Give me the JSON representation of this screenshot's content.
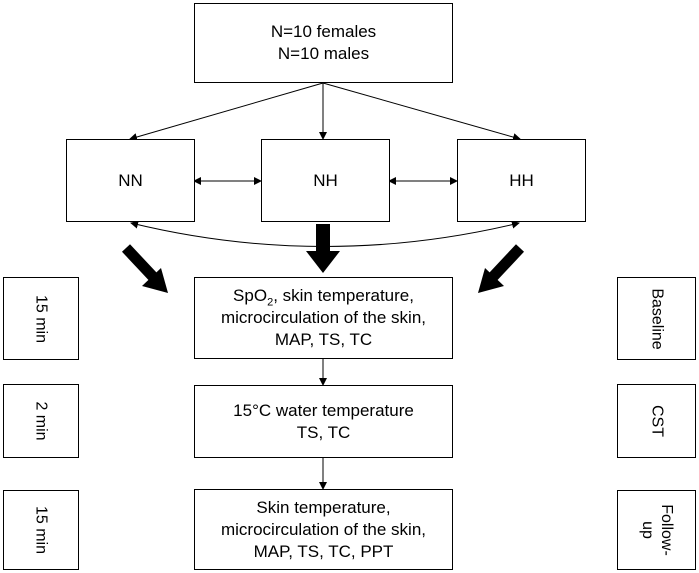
{
  "top_box": {
    "line1": "N=10 females",
    "line2": "N=10 males"
  },
  "conditions": {
    "nn": "NN",
    "nh": "NH",
    "hh": "HH"
  },
  "phase_boxes": {
    "baseline": {
      "line1_pre": "SpO",
      "line1_sub": "2",
      "line1_post": ", skin temperature,",
      "line2": "microcirculation of the skin,",
      "line3": "MAP, TS, TC"
    },
    "cst": {
      "line1": "15°C water temperature",
      "line2": "TS, TC"
    },
    "followup": {
      "line1": "Skin temperature,",
      "line2": "microcirculation of the skin,",
      "line3": "MAP, TS, TC, PPT"
    }
  },
  "durations": {
    "baseline": "15 min",
    "cst": "2 min",
    "followup": "15 min"
  },
  "phase_labels": {
    "baseline": "Baseline",
    "cst": "CST",
    "followup_line1": "Follow-",
    "followup_line2": "up"
  }
}
